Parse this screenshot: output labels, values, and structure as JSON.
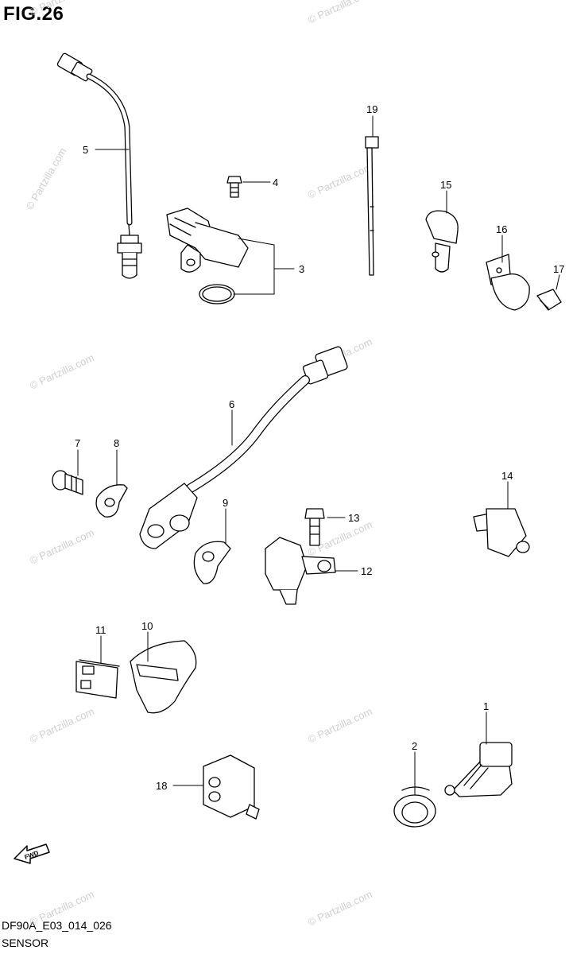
{
  "figure": {
    "title": "FIG.26",
    "code": "DF90A_E03_014_026",
    "caption": "SENSOR"
  },
  "watermark": "© Partzilla.com",
  "fwd_label": "FWD",
  "callouts": {
    "c1": "1",
    "c2": "2",
    "c3": "3",
    "c4": "4",
    "c5": "5",
    "c6": "6",
    "c7": "7",
    "c8": "8",
    "c9": "9",
    "c10": "10",
    "c11": "11",
    "c12": "12",
    "c13": "13",
    "c14": "14",
    "c15": "15",
    "c16": "16",
    "c17": "17",
    "c18": "18",
    "c19": "19"
  },
  "parts": [
    "temperature-sensor-wire-5",
    "map-sensor-3",
    "bolt-4",
    "o-ring",
    "cable-tie-19",
    "clamp-15",
    "bracket-16",
    "bolt-17",
    "crank-position-sensor-6",
    "bolt-7",
    "spacer-8",
    "spacer-9",
    "cam-position-sensor-12",
    "bolt-13",
    "knock-sensor-14",
    "cover-10",
    "clip-11",
    "grommet-2",
    "sensor-1",
    "sensor-18"
  ],
  "colors": {
    "line": "#000000",
    "watermark": "#cfcfcf",
    "background": "#ffffff"
  }
}
